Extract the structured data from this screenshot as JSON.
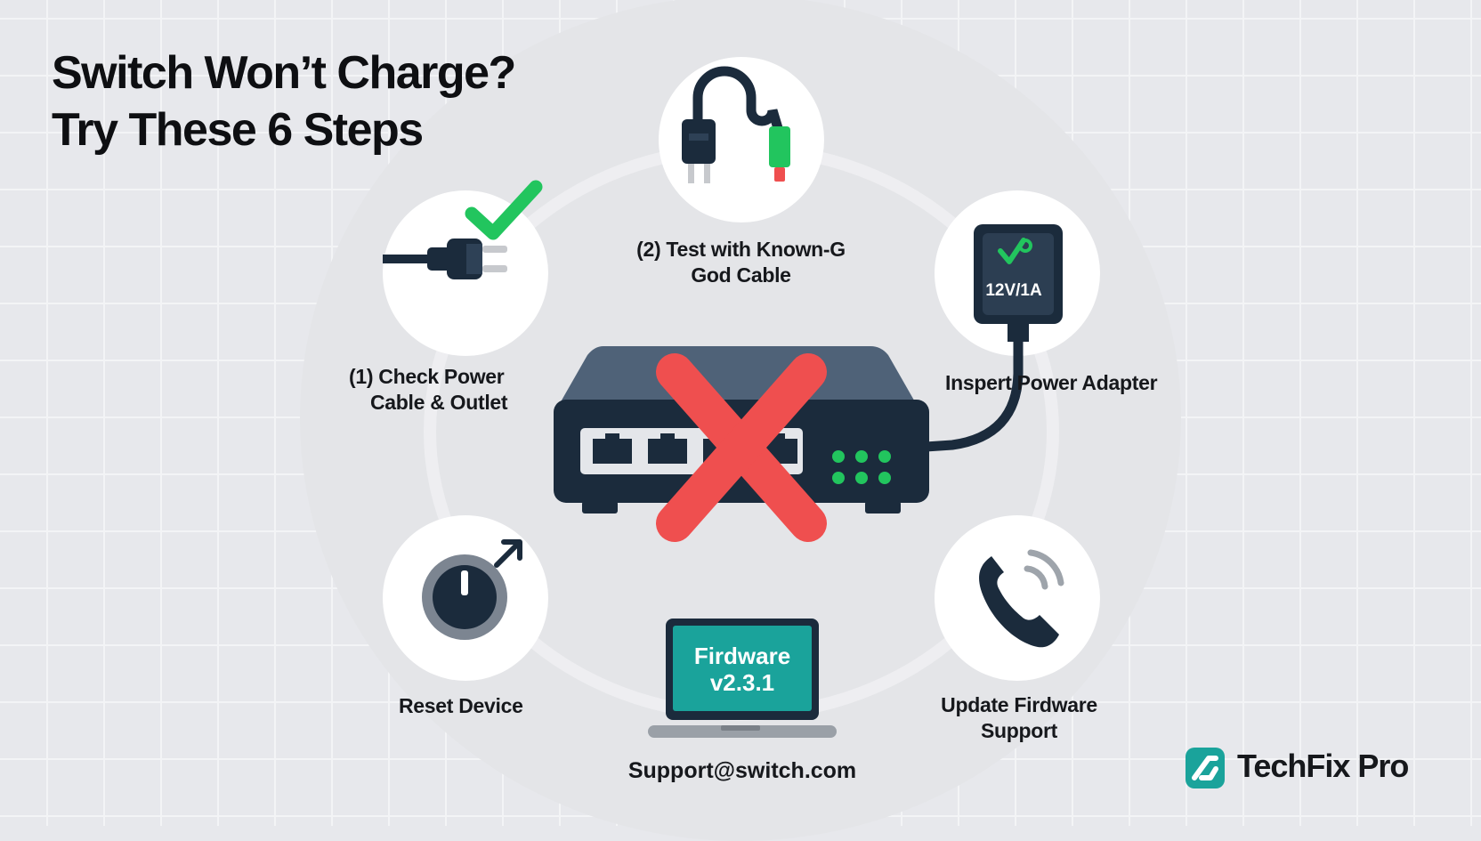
{
  "title": {
    "line1": "Switch Won’t Charge?",
    "line2": "Try These 6 Steps"
  },
  "steps": [
    {
      "lines": [
        "(1) Check Power",
        "Cable & Outlet"
      ],
      "icon": "power-plug-check-icon"
    },
    {
      "lines": [
        "(2) Test with Known-G",
        "God Cable"
      ],
      "icon": "usb-cable-icon"
    },
    {
      "lines": [
        "Inspert Power Adapter"
      ],
      "icon": "power-adapter-icon"
    },
    {
      "lines": [
        "Reset Device"
      ],
      "icon": "power-knob-icon"
    },
    {
      "lines": [
        "Update Firdware",
        "Support"
      ],
      "icon": "phone-icon"
    }
  ],
  "adapter_label": "12V/1A",
  "laptop": {
    "line1": "Firdware",
    "line2": "v2.3.1"
  },
  "support_email": "Support@switch.com",
  "brand": {
    "name": "TechFix Pro"
  },
  "colors": {
    "navy": "#1b2b3c",
    "green": "#22c55e",
    "red": "#ef4f4f",
    "teal": "#1aa39b",
    "background": "#e7e8ec"
  }
}
